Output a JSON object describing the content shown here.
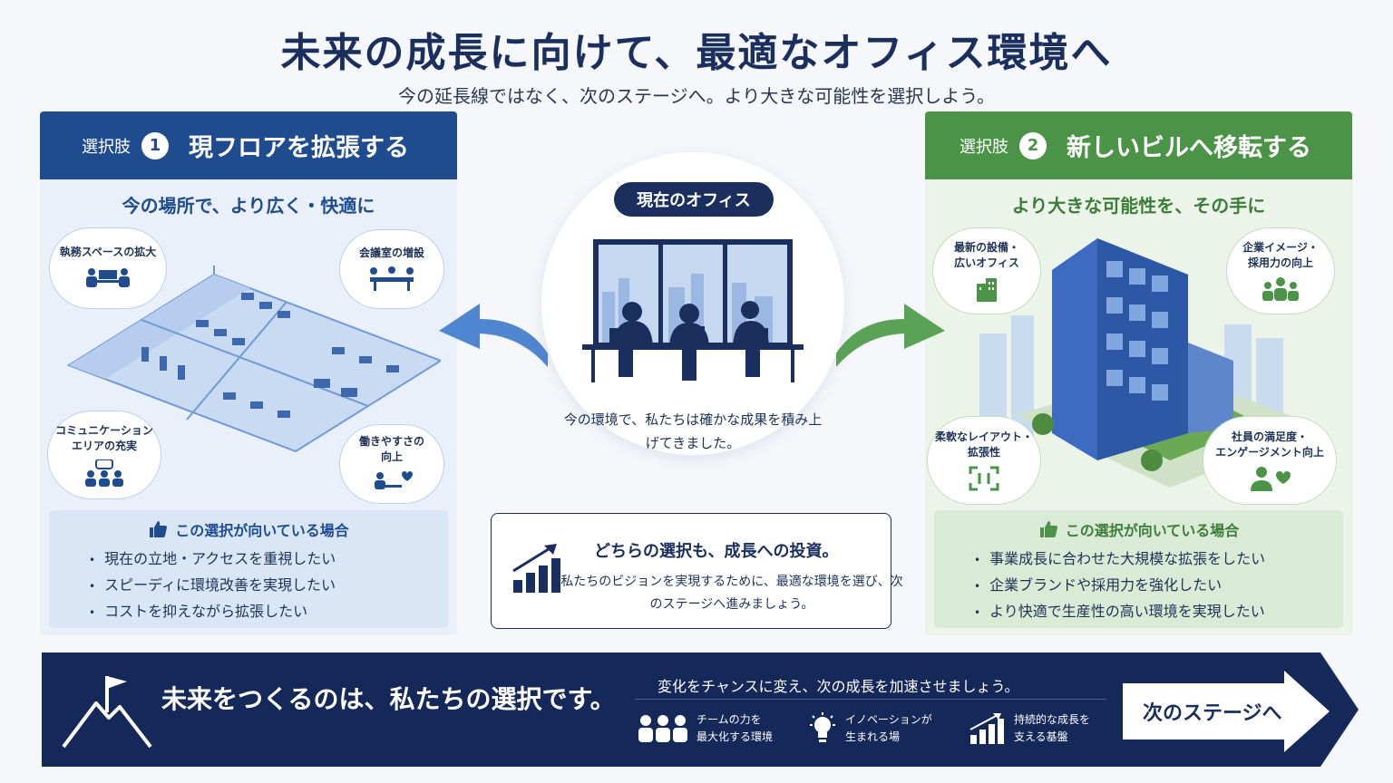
{
  "title": "未来の成長に向けて、最適なオフィス環境へ",
  "subtitle": "今の延長線ではなく、次のステージへ。より大きな可能性を選択しよう。",
  "option1": {
    "label": "選択肢",
    "number": "1",
    "title": "現フロアを拡張する",
    "tagline": "今の場所で、より広く・快適に",
    "bubbles": [
      "執務スペースの拡大",
      "会議室の増設",
      "コミュニケーション\nエリアの充実",
      "働きやすさの\n向上"
    ],
    "fit_title": "この選択が向いている場合",
    "fit_items": [
      "現在の立地・アクセスを重視したい",
      "スピーディに環境改善を実現したい",
      "コストを抑えながら拡張したい"
    ],
    "color": "#1f4c8f"
  },
  "option2": {
    "label": "選択肢",
    "number": "2",
    "title": "新しいビルへ移転する",
    "tagline": "より大きな可能性を、その手に",
    "bubbles": [
      "最新の設備・\n広いオフィス",
      "企業イメージ・\n採用力の向上",
      "柔軟なレイアウト・\n拡張性",
      "社員の満足度・\nエンゲージメント向上"
    ],
    "fit_title": "この選択が向いている場合",
    "fit_items": [
      "事業成長に合わせた大規模な拡張をしたい",
      "企業ブランドや採用力を強化したい",
      "より快適で生産性の高い環境を実現したい"
    ],
    "color": "#4b9447"
  },
  "center": {
    "pill": "現在のオフィス",
    "text": "今の環境で、私たちは確かな成果を積み上げてきました。",
    "invest_title": "どちらの選択も、成長への投資。",
    "invest_text": "私たちのビジョンを実現するために、最適な環境を選び、次のステージへ進みましょう。"
  },
  "banner": {
    "main": "未来をつくるのは、私たちの選択です。",
    "sub": "変化をチャンスに変え、次の成長を加速させましょう。",
    "features": [
      "チームの力を\n最大化する環境",
      "イノベーションが\n生まれる場",
      "持続的な成長を\n支える基盤"
    ],
    "button": "次のステージへ",
    "color": "#14285a"
  }
}
